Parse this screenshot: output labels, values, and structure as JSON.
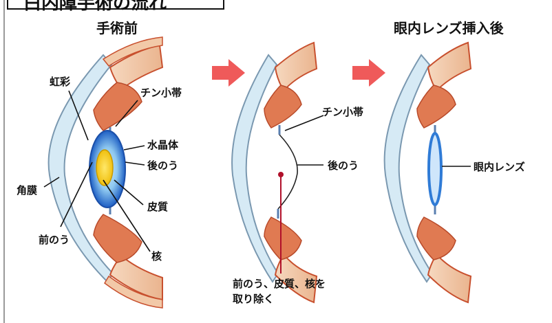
{
  "title": "白内障手術の流れ",
  "headings": {
    "before": "手術前",
    "after": "眼内レンズ挿入後"
  },
  "labels": {
    "iris": "虹彩",
    "zonule": "チン小帯",
    "lens": "水晶体",
    "posterior_capsule": "後のう",
    "cornea": "角膜",
    "cortex": "皮質",
    "anterior_capsule": "前のう",
    "nucleus": "核",
    "zonule_2": "チン小帯",
    "posterior_capsule_2": "後のう",
    "removal_line1": "前のう、皮質、核を",
    "removal_line2": "取り除く",
    "iol": "眼内レンズ"
  },
  "colors": {
    "sclera": "#f2c9a8",
    "sclera_edge": "#c8502e",
    "muscle": "#e07a52",
    "cornea_fill": "#d6eaf5",
    "cornea_edge": "#7a98b0",
    "lens_blue": "#2a6fd0",
    "lens_mid": "#8ec8f0",
    "nucleus": "#f5d21a",
    "arrow": "#ef5a5a",
    "iol": "#2f7bd6",
    "pointer": "#b0102a"
  }
}
